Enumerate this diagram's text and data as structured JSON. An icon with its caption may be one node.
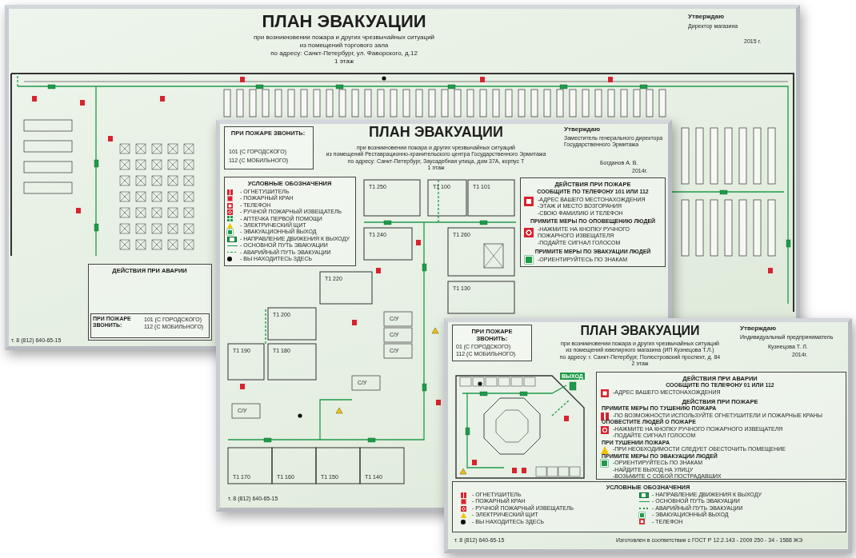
{
  "diagram": {
    "labels": [
      "ПЛАН ЭВАКУАЦИИ",
      "при возникновении пожара и других чрезвычайных ситуаций",
      "из помещений торгового зала",
      "по адресу: Санкт-Петербург, ул. Фаворского, д.12",
      "1 этаж",
      "Утверждаю",
      "Директор магазина",
      "2015 г.",
      "ДЕЙСТВИЯ ПРИ АВАРИИ",
      "ПРИ ПОЖАРЕ ЗВОНИТЬ:",
      "101 (С ГОРОДСКОГО)",
      "112 (С МОБИЛЬНОГО)",
      "т. 8 (812) 640-65-15",
      "ПРИ ПОЖАРЕ ЗВОНИТЬ:",
      "101 (С ГОРОДСКОГО)",
      "112 (С МОБИЛЬНОГО)",
      "ПЛАН ЭВАКУАЦИИ",
      "при возникновении пожара и других чрезвычайных ситуаций",
      "из помещений Реставрационно-хранительского центра Государственного Эрмитажа",
      "по адресу: Санкт-Петербург, Заусадебная улица, дом 37А, корпус Т",
      "1 этаж",
      "Утверждаю",
      "Заместитель генерального директора Государственного Эрмитажа",
      "Богданов А. В.",
      "2014г.",
      "ДЕЙСТВИЯ ПРИ ПОЖАРЕ",
      "СООБЩИТЕ ПО ТЕЛЕФОНУ 101 ИЛИ 112",
      "-АДРЕС ВАШЕГО МЕСТОНАХОЖДЕНИЯ",
      "-ЭТАЖ И МЕСТО ВОЗГОРАНИЯ",
      "-СВОЮ ФАМИЛИЮ И ТЕЛЕФОН",
      "ПРИМИТЕ МЕРЫ ПО ОПОВЕЩЕНИЮ ЛЮДЕЙ",
      "-НАЖМИТЕ НА КНОПКУ РУЧНОГО ПОЖАРНОГО ИЗВЕЩАТЕЛЯ",
      "-ПОДАЙТЕ СИГНАЛ ГОЛОСОМ",
      "ПРИМИТЕ МЕРЫ ПО ЭВАКУАЦИИ ЛЮДЕЙ",
      "-ОРИЕНТИРУЙТЕСЬ ПО ЗНАКАМ",
      "УСЛОВНЫЕ ОБОЗНАЧЕНИЯ",
      "- ОГНЕТУШИТЕЛЬ",
      "- ПОЖАРНЫЙ КРАН",
      "- ТЕЛЕФОН",
      "- РУЧНОЙ ПОЖАРНЫЙ ИЗВЕЩАТЕЛЬ",
      "- АПТЕЧКА ПЕРВОЙ ПОМОЩИ",
      "- ЭЛЕКТРИЧЕСКИЙ ЩИТ",
      "- ЭВАКУАЦИОННЫЙ ВЫХОД",
      "- НАПРАВЛЕНИЕ ДВИЖЕНИЯ К ВЫХОДУ",
      "- ОСНОВНОЙ ПУТЬ ЭВАКУАЦИИ",
      "- АВАРИЙНЫЙ ПУТЬ ЭВАКУАЦИИ",
      "- ВЫ НАХОДИТЕСЬ ЗДЕСЬ",
      "Т1 250",
      "Т1 100",
      "Т1 101",
      "Т1 240",
      "Т1 260",
      "Т1 220",
      "Т1 200",
      "Т1 130",
      "Т1 190",
      "Т1 180",
      "Т1 170",
      "Т1 160",
      "Т1 150",
      "Т1 140",
      "С/У",
      "С/У",
      "С/У",
      "С/У",
      "С/У",
      "т. 8 (812) 640-65-15",
      "ПРИ ПОЖАРЕ ЗВОНИТЬ:",
      "01 (С ГОРОДСКОГО)",
      "112 (С МОБИЛЬНОГО)",
      "ПЛАН ЭВАКУАЦИИ",
      "при возникновении пожара и других чрезвычайных ситуаций",
      "из помещений ювелирного магазина (ИП Кузнецова Т.Л.)",
      "по адресу: г. Санкт-Петербург, Полюстровский проспект, д. 84",
      "2 этаж",
      "Утверждаю",
      "Индивидуальный предприниматель",
      "Кузнецова Т. Л.",
      "2014г.",
      "ВЫХОД",
      "ДЕЙСТВИЯ ПРИ АВАРИИ",
      "СООБЩИТЕ ПО ТЕЛЕФОНУ 01 ИЛИ 112",
      "-АДРЕС ВАШЕГО МЕСТОНАХОЖДЕНИЯ",
      "ДЕЙСТВИЯ ПРИ ПОЖАРЕ",
      "ПРИМИТЕ МЕРЫ ПО ТУШЕНИЮ ПОЖАРА",
      "-ПО ВОЗМОЖНОСТИ ИСПОЛЬЗУЙТЕ ОГНЕТУШИТЕЛИ И ПОЖАРНЫЕ КРАНЫ",
      "ОПОВЕСТИТЕ ЛЮДЕЙ О ПОЖАРЕ",
      "-НАЖМИТЕ НА КНОПКУ РУЧНОГО ПОЖАРНОГО ИЗВЕЩАТЕЛЯ",
      "-ПОДАЙТЕ СИГНАЛ ГОЛОСОМ",
      "ПРИ ТУШЕНИИ ПОЖАРА",
      "-ПРИ НЕОБХОДИМОСТИ СЛЕДУЕТ ОБЕСТОЧИТЬ ПОМЕЩЕНИЕ",
      "ПРИМИТЕ МЕРЫ ПО ЭВАКУАЦИИ ЛЮДЕЙ",
      "-ОРИЕНТИРУЙТЕСЬ ПО ЗНАКАМ",
      "-НАЙДИТЕ ВЫХОД НА УЛИЦУ",
      "-ВОЗЬМИТЕ С СОБОЙ ПОСТРАДАВШИХ",
      "УСЛОВНЫЕ ОБОЗНАЧЕНИЯ",
      "- ОГНЕТУШИТЕЛЬ",
      "- ПОЖАРНЫЙ КРАН",
      "- РУЧНОЙ ПОЖАРНЫЙ ИЗВЕЩАТЕЛЬ",
      "- ЭЛЕКТРИЧЕСКИЙ ЩИТ",
      "- ВЫ НАХОДИТЕСЬ ЗДЕСЬ",
      "- НАПРАВЛЕНИЕ ДВИЖЕНИЯ К ВЫХОДУ",
      "- ОСНОВНОЙ ПУТЬ ЭВАКУАЦИИ",
      "- АВАРИЙНЫЙ ПУТЬ ЭВАКУАЦИИ",
      "- ЭВАКУАЦИОННЫЙ ВЫХОД",
      "- ТЕЛЕФОН",
      "т. 8 (812) 640-65-15",
      "Изготовлен в соответствии с ГОСТ Р 12.2.143 - 2009 250 - 34 - 1588 ЖЭ"
    ]
  }
}
